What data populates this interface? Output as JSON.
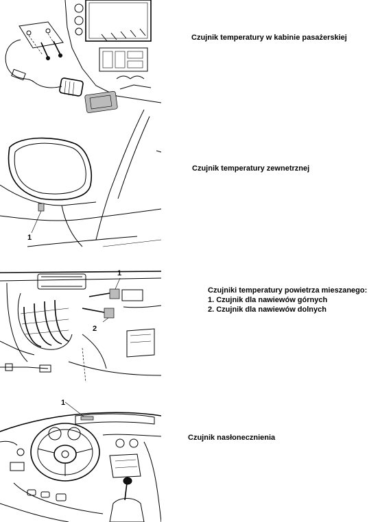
{
  "sections": [
    {
      "caption": "Czujnik temperatury w kabinie pasażerskiej"
    },
    {
      "caption": "Czujnik temperatury zewnetrznej",
      "callouts": [
        "1"
      ]
    },
    {
      "caption": "Czujniki temperatury powietrza mieszanego:",
      "items": [
        "1. Czujnik dla nawiewów górnych",
        "2. Czujnik dla nawiewów dolnych"
      ],
      "callouts": [
        "1",
        "2"
      ]
    },
    {
      "caption": "Czujnik nasłonecznienia",
      "callouts": [
        "1"
      ]
    }
  ]
}
